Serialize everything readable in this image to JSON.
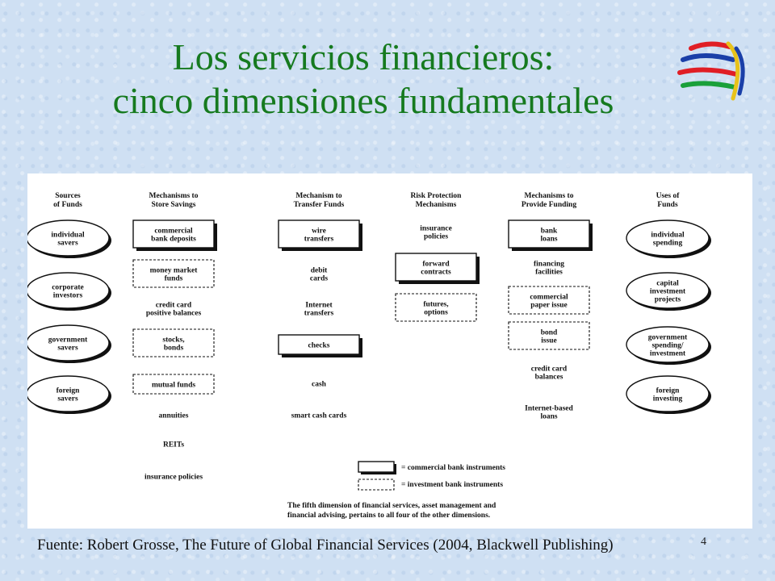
{
  "slide": {
    "title_line1": "Los servicios financieros:",
    "title_line2": "cinco dimensiones fundamentales",
    "source": "Fuente: Robert Grosse, The Future of Global Financial Services (2004, Blackwell Publishing)",
    "page_number": "4"
  },
  "diagram": {
    "columns": [
      {
        "header": [
          "Sources",
          "of Funds"
        ],
        "items": [
          {
            "lines": [
              "individual",
              "savers"
            ],
            "style": "ellipse"
          },
          {
            "lines": [
              "corporate",
              "investors"
            ],
            "style": "ellipse"
          },
          {
            "lines": [
              "government",
              "savers"
            ],
            "style": "ellipse"
          },
          {
            "lines": [
              "foreign",
              "savers"
            ],
            "style": "ellipse"
          }
        ]
      },
      {
        "header": [
          "Mechanisms to",
          "Store Savings"
        ],
        "items": [
          {
            "lines": [
              "commercial",
              "bank deposits"
            ],
            "style": "solid"
          },
          {
            "lines": [
              "money market",
              "funds"
            ],
            "style": "dashed"
          },
          {
            "lines": [
              "credit card",
              "positive balances"
            ],
            "style": "plain"
          },
          {
            "lines": [
              "stocks,",
              "bonds"
            ],
            "style": "dashed"
          },
          {
            "lines": [
              "mutual funds"
            ],
            "style": "dashed"
          },
          {
            "lines": [
              "annuities"
            ],
            "style": "plain"
          },
          {
            "lines": [
              "REITs"
            ],
            "style": "plain"
          },
          {
            "lines": [
              "insurance policies"
            ],
            "style": "plain"
          }
        ]
      },
      {
        "header": [
          "Mechanism to",
          "Transfer Funds"
        ],
        "items": [
          {
            "lines": [
              "wire",
              "transfers"
            ],
            "style": "solid"
          },
          {
            "lines": [
              "debit",
              "cards"
            ],
            "style": "plain"
          },
          {
            "lines": [
              "Internet",
              "transfers"
            ],
            "style": "plain"
          },
          {
            "lines": [
              "checks"
            ],
            "style": "solid"
          },
          {
            "lines": [
              "cash"
            ],
            "style": "plain"
          },
          {
            "lines": [
              "smart cash cards"
            ],
            "style": "plain"
          }
        ]
      },
      {
        "header": [
          "Risk Protection",
          "Mechanisms"
        ],
        "items": [
          {
            "lines": [
              "insurance",
              "policies"
            ],
            "style": "plain"
          },
          {
            "lines": [
              "forward",
              "contracts"
            ],
            "style": "solid"
          },
          {
            "lines": [
              "futures,",
              "options"
            ],
            "style": "dashed"
          }
        ]
      },
      {
        "header": [
          "Mechanisms to",
          "Provide Funding"
        ],
        "items": [
          {
            "lines": [
              "bank",
              "loans"
            ],
            "style": "solid"
          },
          {
            "lines": [
              "financing",
              "facilities"
            ],
            "style": "plain"
          },
          {
            "lines": [
              "commercial",
              "paper issue"
            ],
            "style": "dashed"
          },
          {
            "lines": [
              "bond",
              "issue"
            ],
            "style": "dashed"
          },
          {
            "lines": [
              "credit card",
              "balances"
            ],
            "style": "plain"
          },
          {
            "lines": [
              "Internet-based",
              "loans"
            ],
            "style": "plain"
          }
        ]
      },
      {
        "header": [
          "Uses of",
          "Funds"
        ],
        "items": [
          {
            "lines": [
              "individual",
              "spending"
            ],
            "style": "ellipse"
          },
          {
            "lines": [
              "capital",
              "investment",
              "projects"
            ],
            "style": "ellipse"
          },
          {
            "lines": [
              "government",
              "spending/",
              "investment"
            ],
            "style": "ellipse"
          },
          {
            "lines": [
              "foreign",
              "investing"
            ],
            "style": "ellipse"
          }
        ]
      }
    ],
    "legend": [
      {
        "style": "solid",
        "label": "= commercial bank instruments"
      },
      {
        "style": "dashed",
        "label": "= investment bank instruments"
      }
    ],
    "note": [
      "The fifth dimension of financial services, asset management and",
      "financial advising, pertains to all four of the other dimensions."
    ]
  }
}
